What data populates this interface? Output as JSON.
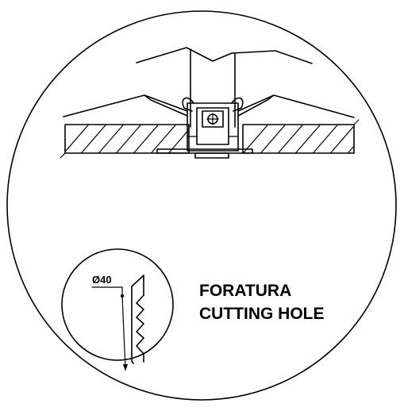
{
  "labels": {
    "line1": "FORATURA",
    "line2": "CUTTING HOLE",
    "diameter": "Ø40"
  },
  "colors": {
    "ink": "#000000",
    "background": "#ffffff"
  }
}
